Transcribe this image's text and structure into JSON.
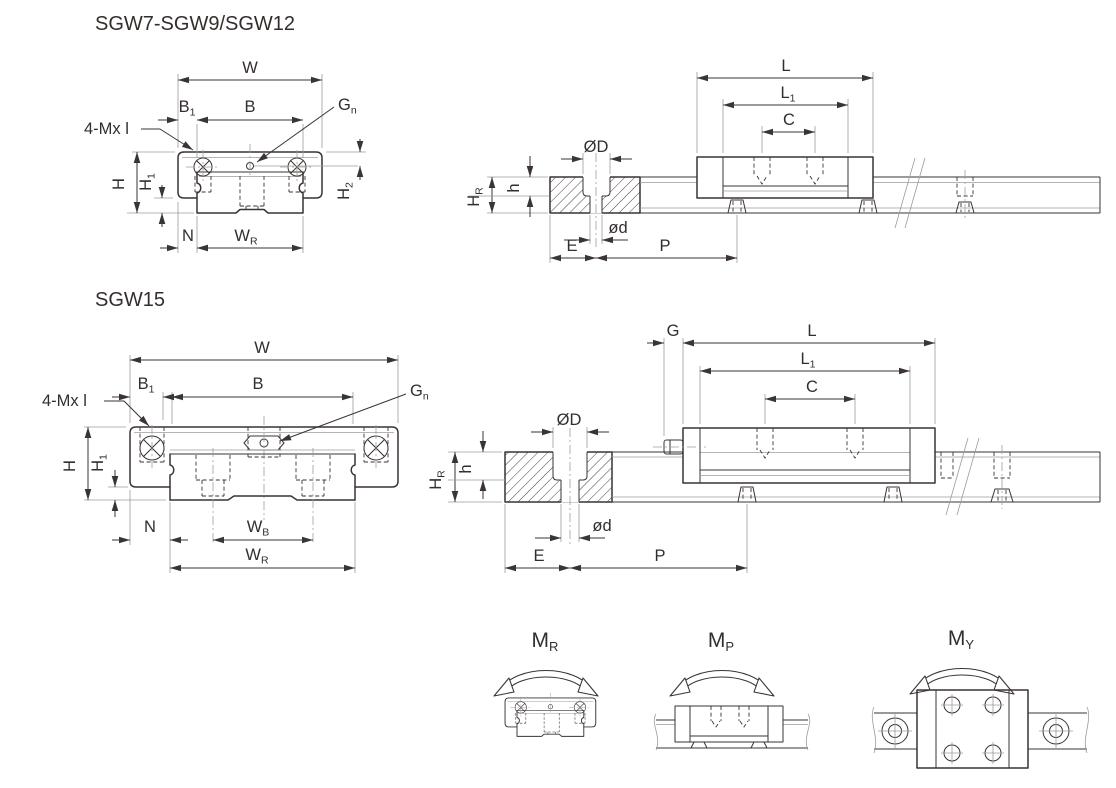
{
  "colors": {
    "line": "#3a3432",
    "thin_line": "#9b9b9b",
    "text": "#332e2c",
    "background": "#ffffff"
  },
  "titles": {
    "group1": "SGW7-SGW9/SGW12",
    "group2": "SGW15"
  },
  "labels": {
    "front7": {
      "W": {
        "m": "W",
        "s": ""
      },
      "B1": {
        "m": "B",
        "s": "1"
      },
      "B": {
        "m": "B",
        "s": ""
      },
      "Gn": {
        "m": "G",
        "s": "n"
      },
      "M": {
        "m": "4-Mx l",
        "s": ""
      },
      "H": {
        "m": "H",
        "s": ""
      },
      "H1": {
        "m": "H",
        "s": "1"
      },
      "H2": {
        "m": "H",
        "s": "2"
      },
      "N": {
        "m": "N",
        "s": ""
      },
      "WR": {
        "m": "W",
        "s": "R"
      }
    },
    "side7": {
      "L": {
        "m": "L",
        "s": ""
      },
      "L1": {
        "m": "L",
        "s": "1"
      },
      "C": {
        "m": "C",
        "s": ""
      },
      "OD": {
        "m": "ØD",
        "s": ""
      },
      "HR": {
        "m": "H",
        "s": "R"
      },
      "h": {
        "m": "h",
        "s": ""
      },
      "od": {
        "m": "ød",
        "s": ""
      },
      "E": {
        "m": "E",
        "s": ""
      },
      "P": {
        "m": "P",
        "s": ""
      }
    },
    "front15": {
      "W": {
        "m": "W",
        "s": ""
      },
      "B1": {
        "m": "B",
        "s": "1"
      },
      "B": {
        "m": "B",
        "s": ""
      },
      "Gn": {
        "m": "G",
        "s": "n"
      },
      "M": {
        "m": "4-Mx l",
        "s": ""
      },
      "H": {
        "m": "H",
        "s": ""
      },
      "H1": {
        "m": "H",
        "s": "1"
      },
      "N": {
        "m": "N",
        "s": ""
      },
      "WB": {
        "m": "W",
        "s": "B"
      },
      "WR": {
        "m": "W",
        "s": "R"
      }
    },
    "side15": {
      "G": {
        "m": "G",
        "s": ""
      },
      "L": {
        "m": "L",
        "s": ""
      },
      "L1": {
        "m": "L",
        "s": "1"
      },
      "C": {
        "m": "C",
        "s": ""
      },
      "OD": {
        "m": "ØD",
        "s": ""
      },
      "HR": {
        "m": "H",
        "s": "R"
      },
      "h": {
        "m": "h",
        "s": ""
      },
      "od": {
        "m": "ød",
        "s": ""
      },
      "E": {
        "m": "E",
        "s": ""
      },
      "P": {
        "m": "P",
        "s": ""
      }
    },
    "moments": {
      "MR": {
        "m": "M",
        "s": "R"
      },
      "MP": {
        "m": "M",
        "s": "P"
      },
      "MY": {
        "m": "M",
        "s": "Y"
      }
    }
  }
}
